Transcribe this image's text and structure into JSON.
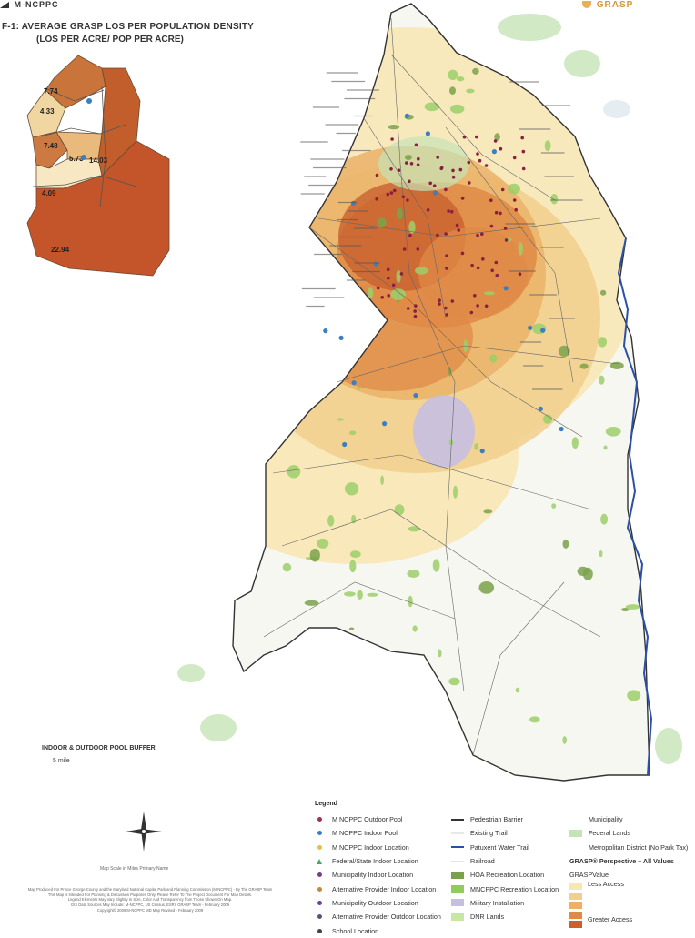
{
  "header": {
    "logo_left": "M-NCPPC",
    "logo_right": "GRASP",
    "figure_title": "F-1: AVERAGE GRASP LOS PER POPULATION DENSITY",
    "figure_subtitle": "(LOS PER ACRE/ POP PER ACRE)"
  },
  "inset": {
    "regions": [
      {
        "value": "7.74",
        "color": "#c9743a"
      },
      {
        "value": "4.33",
        "color": "#f0d7a2"
      },
      {
        "value": "7.48",
        "color": "#cc7a41"
      },
      {
        "value": "5.73",
        "color": "#e9ba7c"
      },
      {
        "value": "14.03",
        "color": "#c25e2b"
      },
      {
        "value": "4.09",
        "color": "#f7e8c3"
      },
      {
        "value": "22.94",
        "color": "#c4542a"
      }
    ]
  },
  "buffer": {
    "title": "INDOOR & OUTDOOR POOL BUFFER",
    "value": "5 mile"
  },
  "map_colors": {
    "less_access": "#f8e6b4",
    "mid1": "#f2cf8d",
    "mid2": "#eab168",
    "mid3": "#df8b47",
    "greater_access": "#c9602e",
    "park_green": "#9ccf6a",
    "federal_green": "#c6e3b6",
    "military": "#c6bfe2",
    "river": "#2c4fa8"
  },
  "scale_text": "Map Scale in Miles    Primary Name",
  "credits": [
    "Map Produced For Prince George County and the Maryland National Capital Park and Planning Commission (M-NCPPC) - By The GRASP Team",
    "This Map is Intended For Planning & Discussion Purposes Only. Please Refer To The Project Document For Map Details.",
    "Legend Elements May Vary Slightly In Size, Color And Transparency from Those Shown On Map.",
    "GIS Data Sources May Include: M-NCPPC, US Census, ESRI, GRASP Team - February 2009",
    "Copyright© 2009 M-NCPPC    MD    Map Revised - February 2009"
  ],
  "legend": {
    "title": "Legend",
    "col1": [
      {
        "label": "M NCPPC Outdoor Pool",
        "shape": "dot",
        "color": "#a0305a"
      },
      {
        "label": "M NCPPC Indoor Pool",
        "shape": "dot",
        "color": "#3a7fc2"
      },
      {
        "label": "M NCPPC Indoor Location",
        "shape": "dot",
        "color": "#e0c24a"
      },
      {
        "label": "Federal/State Indoor Location",
        "shape": "tri",
        "color": "#4aa56a"
      },
      {
        "label": "Municipality Indoor Location",
        "shape": "dot",
        "color": "#7a3d8a"
      },
      {
        "label": "Alternative Provider Indoor Location",
        "shape": "dot",
        "color": "#c08a3a"
      },
      {
        "label": "Municipality Outdoor Location",
        "shape": "dot",
        "color": "#6a3fa0"
      },
      {
        "label": "Alternative Provider Outdoor Location",
        "shape": "dot",
        "color": "#555577"
      },
      {
        "label": "School Location",
        "shape": "dot",
        "color": "#444444"
      }
    ],
    "col2": [
      {
        "label": "Pedestrian Barrier",
        "shape": "line",
        "color": "#333333"
      },
      {
        "label": "Existing Trail",
        "shape": "line",
        "color": "#e8e8e8"
      },
      {
        "label": "Patuxent Water Trail",
        "shape": "line",
        "color": "#2c4fa8"
      },
      {
        "label": "Railroad",
        "shape": "line",
        "color": "#e4e4e4"
      },
      {
        "label": "HOA Recreation Location",
        "shape": "swatch",
        "color": "#7aa24a"
      },
      {
        "label": "MNCPPC Recreation Location",
        "shape": "swatch",
        "color": "#8fcc5a"
      },
      {
        "label": "Military Installation",
        "shape": "swatch",
        "color": "#c6bfe2"
      },
      {
        "label": "DNR Lands",
        "shape": "swatch",
        "color": "#c8e6a6"
      }
    ],
    "col3": [
      {
        "label": "Municipality",
        "shape": "none",
        "color": "#ffffff"
      },
      {
        "label": "Federal Lands",
        "shape": "swatch",
        "color": "#c6e3b6"
      },
      {
        "label": "Metropolitan District (No Park Tax)",
        "shape": "none",
        "color": "#ffffff"
      },
      {
        "label": "GRASP® Perspective – All Values",
        "shape": "bold",
        "color": ""
      },
      {
        "label": "GRASPValue",
        "shape": "text",
        "color": ""
      },
      {
        "label": "Less Access",
        "shape": "text",
        "color": ""
      },
      {
        "label": "Greater Access",
        "shape": "text",
        "color": ""
      }
    ],
    "ramp": [
      "#f8e6b4",
      "#f2cf8d",
      "#eab168",
      "#df8b47",
      "#c9602e"
    ]
  }
}
